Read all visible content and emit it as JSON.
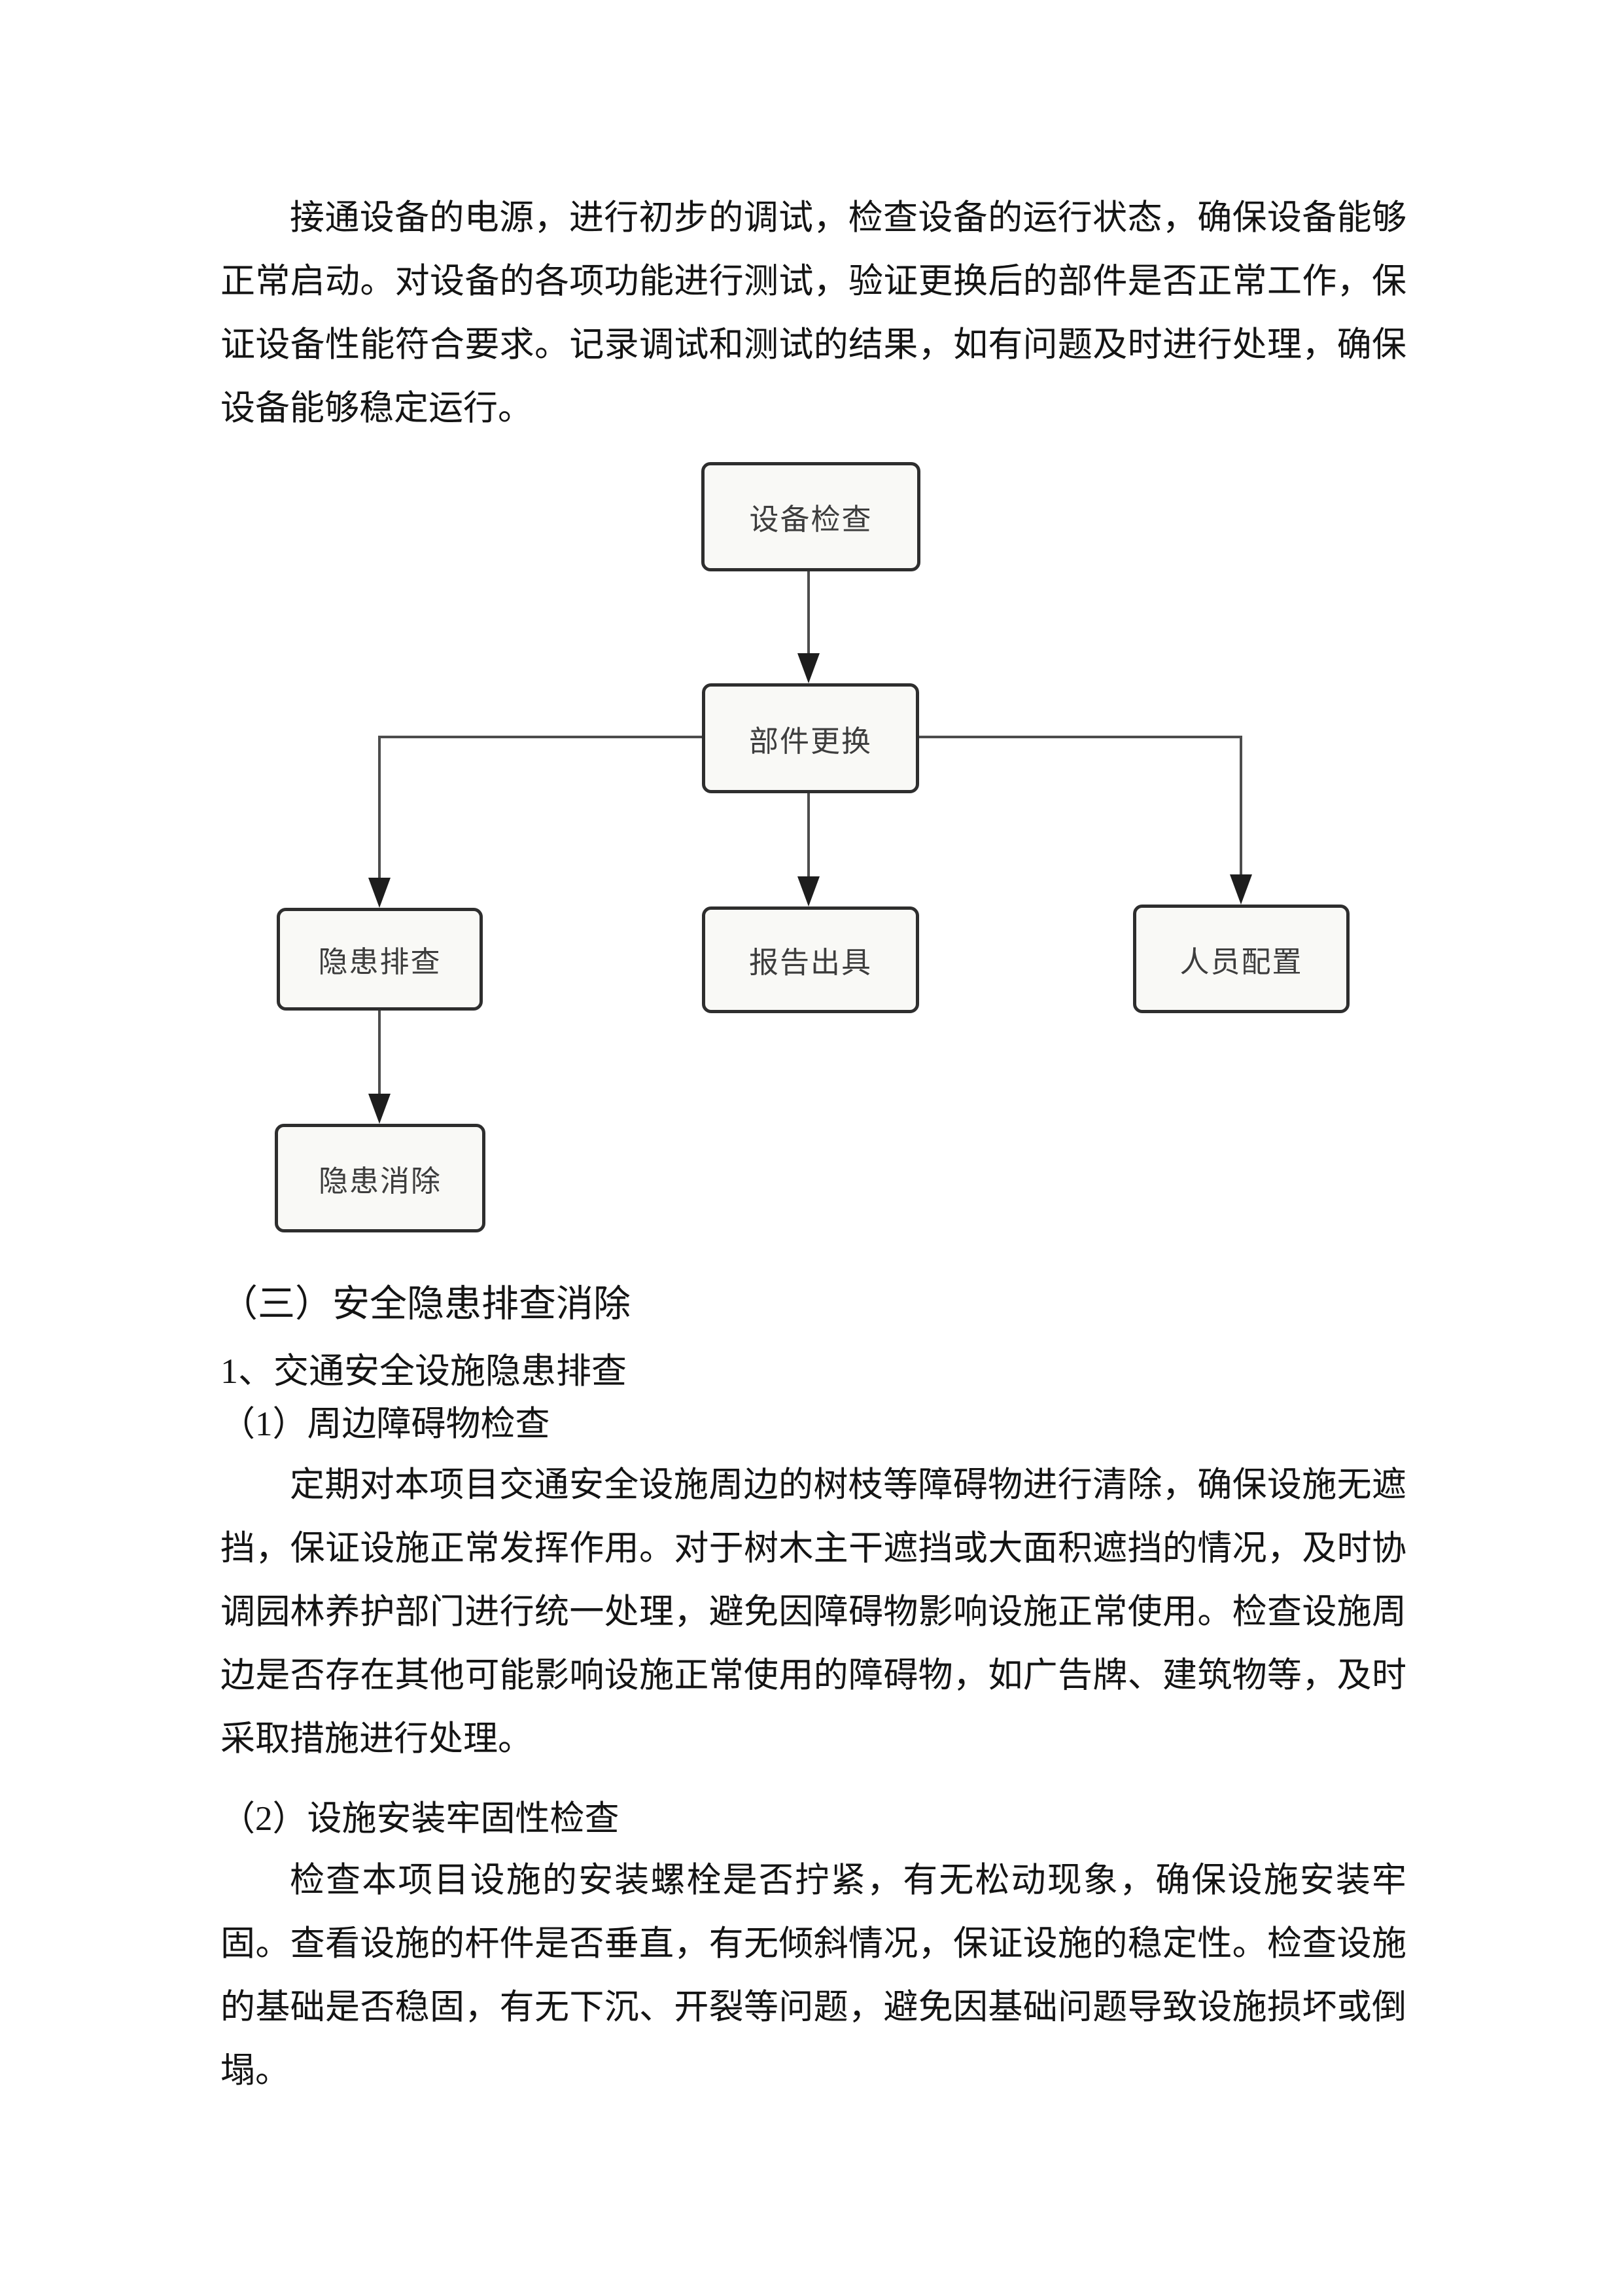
{
  "intro": {
    "lines": [
      "接通设备的电源，进行初步的调试，检查设备的运行状态，确保设备能够",
      "正常启动。对设备的各项功能进行测试，验证更换后的部件是否正常工作，保",
      "证设备性能符合要求。记录调试和测试的结果，如有问题及时进行处理，确保",
      "设备能够稳定运行。"
    ]
  },
  "flowchart": {
    "colors": {
      "node_border": "#2e2e2e",
      "node_fill": "#f9f9f6",
      "node_text": "#3d3d3d",
      "connector": "#4d4d4d",
      "arrowhead": "#1d1d1d"
    },
    "nodes": [
      {
        "id": "device-check",
        "label": "设备检查"
      },
      {
        "id": "part-replace",
        "label": "部件更换"
      },
      {
        "id": "hazard-inspect",
        "label": "隐患排查"
      },
      {
        "id": "report-issue",
        "label": "报告出具"
      },
      {
        "id": "staff-config",
        "label": "人员配置"
      },
      {
        "id": "hazard-remove",
        "label": "隐患消除"
      }
    ]
  },
  "section": {
    "heading": "（三）安全隐患排查消除",
    "sub1": "1、交通安全设施隐患排查",
    "item1": "（1）周边障碍物检查",
    "para1": {
      "lines": [
        "定期对本项目交通安全设施周边的树枝等障碍物进行清除，确保设施无遮",
        "挡，保证设施正常发挥作用。对于树木主干遮挡或大面积遮挡的情况，及时协",
        "调园林养护部门进行统一处理，避免因障碍物影响设施正常使用。检查设施周",
        "边是否存在其他可能影响设施正常使用的障碍物，如广告牌、建筑物等，及时",
        "采取措施进行处理。"
      ]
    },
    "item2": "（2）设施安装牢固性检查",
    "para2": {
      "lines": [
        "检查本项目设施的安装螺栓是否拧紧，有无松动现象，确保设施安装牢",
        "固。查看设施的杆件是否垂直，有无倾斜情况，保证设施的稳定性。检查设施",
        "的基础是否稳固，有无下沉、开裂等问题，避免因基础问题导致设施损坏或倒",
        "塌。"
      ]
    }
  }
}
